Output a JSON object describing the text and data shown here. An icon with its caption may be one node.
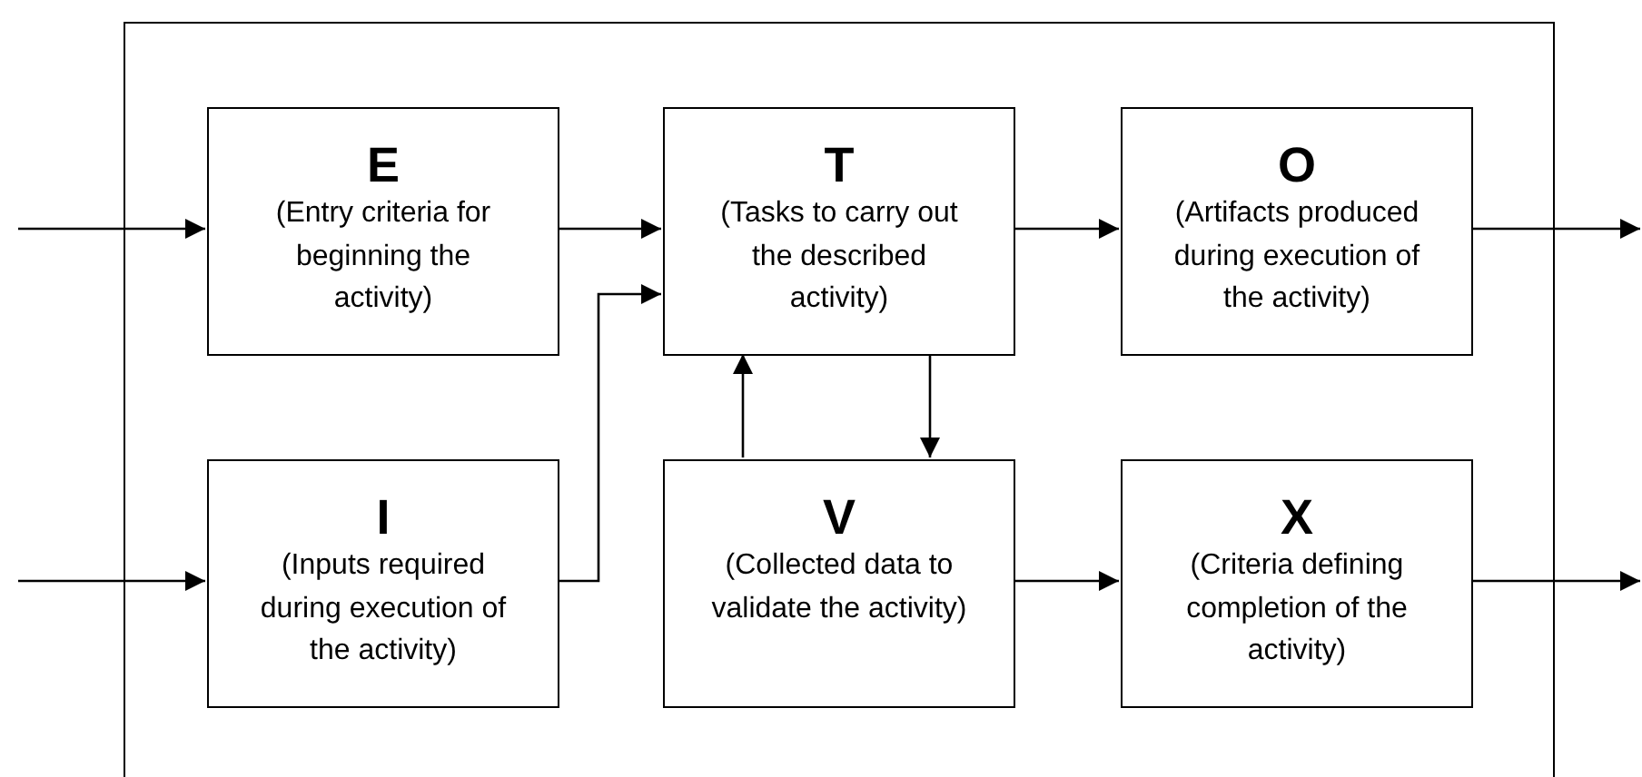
{
  "diagram": {
    "nodes": [
      {
        "text": [],
        "shape": "box"
      },
      {
        "text": [
          "E",
          "(Entry criteria for beginning the activity)"
        ],
        "in": 0
      },
      {
        "text": [
          "T",
          "(Tasks to carry out the described activity)"
        ],
        "in": 0
      },
      {
        "text": [
          "O",
          "(Artifacts produced during execution of the activity)"
        ],
        "in": 0
      },
      {
        "text": [
          "I",
          "(Inputs required during execution of the activity)"
        ],
        "in": 0
      },
      {
        "text": [
          "V",
          "(Collected data to validate the activity)"
        ],
        "in": 0
      },
      {
        "text": [
          "X",
          "(Criteria defining completion of the activity)"
        ],
        "in": 0
      }
    ],
    "edges": [
      {
        "from": null,
        "to": 1,
        "arrow": "to"
      },
      {
        "from": 1,
        "to": 2,
        "arrow": "to"
      },
      {
        "from": 4,
        "to": 2,
        "arrow": "to"
      },
      {
        "from": 2,
        "to": 3,
        "arrow": "to"
      },
      {
        "from": 3,
        "to": null,
        "arrow": "to"
      },
      {
        "from": 2,
        "to": 5,
        "arrow": "to"
      },
      {
        "from": 5,
        "to": 2,
        "arrow": "to"
      },
      {
        "from": null,
        "to": 4,
        "arrow": "to"
      },
      {
        "from": 5,
        "to": 6,
        "arrow": "to"
      },
      {
        "from": 6,
        "to": null,
        "arrow": "to"
      }
    ]
  }
}
